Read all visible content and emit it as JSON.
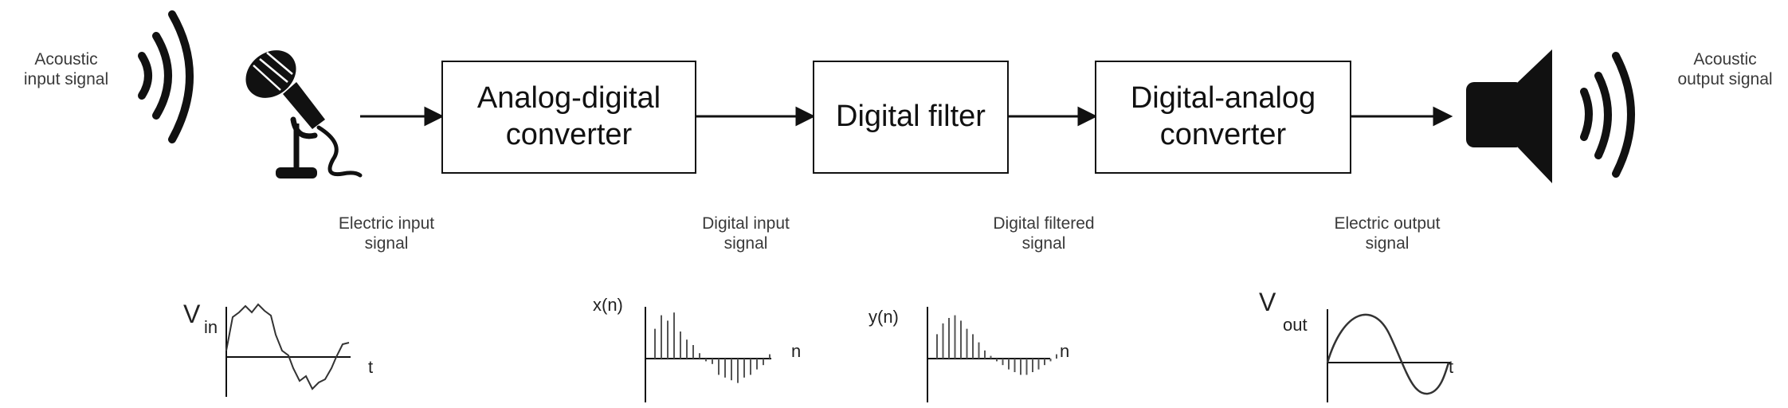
{
  "inputs": {
    "acoustic_input": [
      "Acoustic",
      "input signal"
    ],
    "acoustic_output": [
      "Acoustic",
      "output signal"
    ]
  },
  "blocks": {
    "adc": [
      "Analog-digital",
      "converter"
    ],
    "filter": [
      "Digital filter"
    ],
    "dac": [
      "Digital-analog",
      "converter"
    ]
  },
  "signals": {
    "electric_input": [
      "Electric input",
      "signal"
    ],
    "digital_input": [
      "Digital input",
      "signal"
    ],
    "digital_filtered": [
      "Digital filtered",
      "signal"
    ],
    "electric_output": [
      "Electric output",
      "signal"
    ]
  },
  "plots": {
    "vin": {
      "symbol": "V",
      "subscript": "in",
      "x_label": "t"
    },
    "xn": {
      "y_label": "x(n)",
      "x_label": "n",
      "samples": [
        0.55,
        0.8,
        0.7,
        0.85,
        0.5,
        0.35,
        0.25,
        0.1,
        -0.05,
        -0.1,
        -0.3,
        -0.35,
        -0.4,
        -0.45,
        -0.35,
        -0.3,
        -0.2,
        -0.12,
        0.08
      ]
    },
    "yn": {
      "y_label": "y(n)",
      "x_label": "n",
      "samples": [
        0.45,
        0.65,
        0.75,
        0.8,
        0.7,
        0.55,
        0.45,
        0.3,
        0.15,
        0.05,
        -0.05,
        -0.12,
        -0.2,
        -0.25,
        -0.3,
        -0.3,
        -0.25,
        -0.2,
        -0.12,
        -0.05,
        0.08
      ]
    },
    "vout": {
      "symbol": "V",
      "subscript": "out",
      "x_label": "t"
    }
  }
}
